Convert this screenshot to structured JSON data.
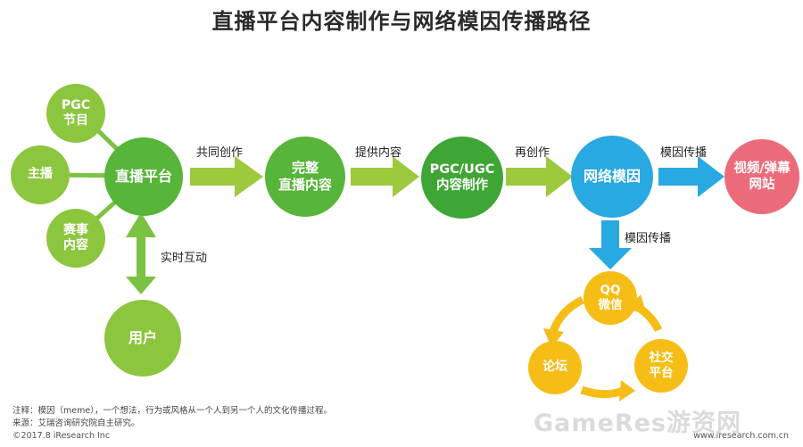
{
  "title": "直播平台内容制作与网络模因传播路径",
  "nodes": {
    "live_platform": "直播平台",
    "pgc_line1": "PGC",
    "pgc_line2": "节目",
    "anchor": "主播",
    "event_line1": "赛事",
    "event_line2": "内容",
    "user": "用户",
    "complete_line1": "完整",
    "complete_line2": "直播内容",
    "pgcugc_line1": "PGC/UGC",
    "pgcugc_line2": "内容制作",
    "meme": "网络模因",
    "video_line1": "视频/弹幕",
    "video_line2": "网站",
    "qq_line1": "QQ",
    "qq_line2": "微信",
    "social_line1": "社交",
    "social_line2": "平台",
    "forum": "论坛"
  },
  "edges": {
    "co_create": "共同创作",
    "provide_content": "提供内容",
    "recreate": "再创作",
    "meme_spread_right": "模因传播",
    "meme_spread_down": "模因传播",
    "realtime_interaction": "实时互动"
  },
  "footer": {
    "note": "注释：模因（meme），一个想法，行为或风格从一个人到另一个人的文化传播过程。",
    "source": "来源：艾瑞咨询研究院自主研究。",
    "copyright": "©2017.8 iResearch Inc",
    "website": "www.iresearch.com.cn",
    "watermark": "GameRes游资网"
  },
  "colors": {
    "green_light": "#8cc63f",
    "green_mid": "#57b53a",
    "green_dark": "#3fa535",
    "arrow_green": "#9dc93d",
    "blue": "#29a9e1",
    "pink": "#ec6b7a",
    "yellow": "#f6bd16",
    "connector_green": "#7cc242"
  }
}
